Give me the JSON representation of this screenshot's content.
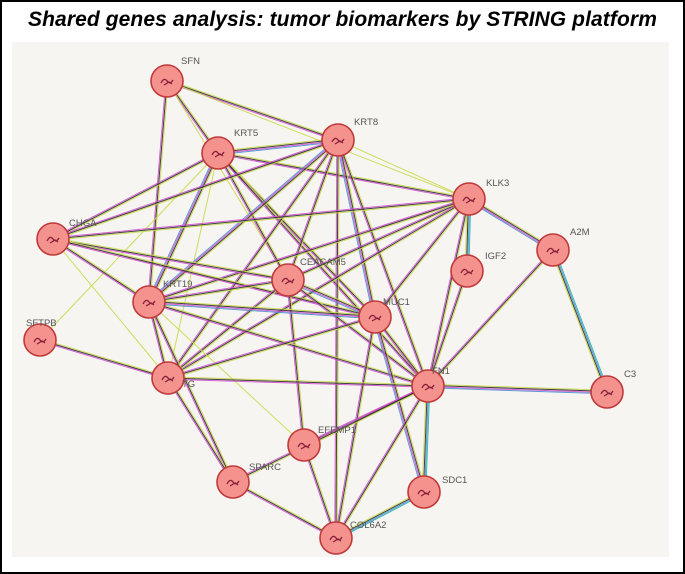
{
  "title": "Shared genes analysis: tumor biomarkers by STRING platform",
  "colors": {
    "node_fill": "#f4938e",
    "node_stroke": "#c0393b",
    "edge_colors": [
      "#c9d94a",
      "#2b2b2b",
      "#d14fd1",
      "#4a8fd1",
      "#23b3b0"
    ]
  },
  "nodes": [
    {
      "id": "SFN",
      "label": "SFN"
    },
    {
      "id": "KRT5",
      "label": "KRT5"
    },
    {
      "id": "KRT8",
      "label": "KRT8"
    },
    {
      "id": "KLK3",
      "label": "KLK3"
    },
    {
      "id": "A2M",
      "label": "A2M"
    },
    {
      "id": "IGF2",
      "label": "IGF2"
    },
    {
      "id": "CHGA",
      "label": "CHGA"
    },
    {
      "id": "CEACAM5",
      "label": "CEACAM5"
    },
    {
      "id": "KRT19",
      "label": "KRT19"
    },
    {
      "id": "MUC1",
      "label": "MUC1"
    },
    {
      "id": "SFTPB",
      "label": "SFTPB"
    },
    {
      "id": "TG",
      "label": "TG"
    },
    {
      "id": "FN1",
      "label": "FN1"
    },
    {
      "id": "C3",
      "label": "C3"
    },
    {
      "id": "EFEMP1",
      "label": "EFEMP1"
    },
    {
      "id": "SPARC",
      "label": "SPARC"
    },
    {
      "id": "SDC1",
      "label": "SDC1"
    },
    {
      "id": "COL6A2",
      "label": "COL6A2"
    }
  ],
  "edges": [
    {
      "a": "SFN",
      "b": "KRT5",
      "t": 1
    },
    {
      "a": "SFN",
      "b": "KRT8",
      "t": 1
    },
    {
      "a": "SFN",
      "b": "KLK3",
      "t": 0
    },
    {
      "a": "SFN",
      "b": "KRT19",
      "t": 1
    },
    {
      "a": "SFN",
      "b": "CEACAM5",
      "t": 0
    },
    {
      "a": "KRT5",
      "b": "KRT8",
      "t": 2
    },
    {
      "a": "KRT5",
      "b": "KLK3",
      "t": 1
    },
    {
      "a": "KRT5",
      "b": "CHGA",
      "t": 1
    },
    {
      "a": "KRT5",
      "b": "KRT19",
      "t": 2
    },
    {
      "a": "KRT5",
      "b": "CEACAM5",
      "t": 1
    },
    {
      "a": "KRT5",
      "b": "MUC1",
      "t": 1
    },
    {
      "a": "KRT5",
      "b": "TG",
      "t": 0
    },
    {
      "a": "KRT5",
      "b": "FN1",
      "t": 1
    },
    {
      "a": "KRT5",
      "b": "SFTPB",
      "t": 0
    },
    {
      "a": "KRT8",
      "b": "KLK3",
      "t": 0
    },
    {
      "a": "KRT8",
      "b": "CHGA",
      "t": 1
    },
    {
      "a": "KRT8",
      "b": "KRT19",
      "t": 2
    },
    {
      "a": "KRT8",
      "b": "CEACAM5",
      "t": 1
    },
    {
      "a": "KRT8",
      "b": "MUC1",
      "t": 2
    },
    {
      "a": "KRT8",
      "b": "FN1",
      "t": 1
    },
    {
      "a": "KRT8",
      "b": "TG",
      "t": 1
    },
    {
      "a": "KRT8",
      "b": "COL6A2",
      "t": 1
    },
    {
      "a": "KLK3",
      "b": "CHGA",
      "t": 1
    },
    {
      "a": "KLK3",
      "b": "CEACAM5",
      "t": 1
    },
    {
      "a": "KLK3",
      "b": "KRT19",
      "t": 1
    },
    {
      "a": "KLK3",
      "b": "MUC1",
      "t": 1
    },
    {
      "a": "KLK3",
      "b": "IGF2",
      "t": 3
    },
    {
      "a": "KLK3",
      "b": "FN1",
      "t": 1
    },
    {
      "a": "KLK3",
      "b": "A2M",
      "t": 2
    },
    {
      "a": "KLK3",
      "b": "TG",
      "t": 1
    },
    {
      "a": "A2M",
      "b": "C3",
      "t": 3
    },
    {
      "a": "A2M",
      "b": "FN1",
      "t": 1
    },
    {
      "a": "IGF2",
      "b": "FN1",
      "t": 1
    },
    {
      "a": "CHGA",
      "b": "CEACAM5",
      "t": 1
    },
    {
      "a": "CHGA",
      "b": "MUC1",
      "t": 1
    },
    {
      "a": "CHGA",
      "b": "TG",
      "t": 0
    },
    {
      "a": "CHGA",
      "b": "KRT19",
      "t": 1
    },
    {
      "a": "CEACAM5",
      "b": "KRT19",
      "t": 1
    },
    {
      "a": "CEACAM5",
      "b": "MUC1",
      "t": 2
    },
    {
      "a": "CEACAM5",
      "b": "FN1",
      "t": 1
    },
    {
      "a": "CEACAM5",
      "b": "TG",
      "t": 1
    },
    {
      "a": "CEACAM5",
      "b": "EFEMP1",
      "t": 1
    },
    {
      "a": "KRT19",
      "b": "MUC1",
      "t": 2
    },
    {
      "a": "KRT19",
      "b": "FN1",
      "t": 1
    },
    {
      "a": "KRT19",
      "b": "TG",
      "t": 1
    },
    {
      "a": "KRT19",
      "b": "SPARC",
      "t": 1
    },
    {
      "a": "KRT19",
      "b": "EFEMP1",
      "t": 0
    },
    {
      "a": "MUC1",
      "b": "FN1",
      "t": 1
    },
    {
      "a": "MUC1",
      "b": "SDC1",
      "t": 2
    },
    {
      "a": "MUC1",
      "b": "TG",
      "t": 1
    },
    {
      "a": "MUC1",
      "b": "COL6A2",
      "t": 1
    },
    {
      "a": "SFTPB",
      "b": "TG",
      "t": 1
    },
    {
      "a": "TG",
      "b": "FN1",
      "t": 1
    },
    {
      "a": "TG",
      "b": "SPARC",
      "t": 1
    },
    {
      "a": "FN1",
      "b": "C3",
      "t": 2
    },
    {
      "a": "FN1",
      "b": "EFEMP1",
      "t": 1
    },
    {
      "a": "FN1",
      "b": "SDC1",
      "t": 3
    },
    {
      "a": "FN1",
      "b": "COL6A2",
      "t": 1
    },
    {
      "a": "FN1",
      "b": "SPARC",
      "t": 1
    },
    {
      "a": "EFEMP1",
      "b": "COL6A2",
      "t": 1
    },
    {
      "a": "SPARC",
      "b": "COL6A2",
      "t": 1
    },
    {
      "a": "SDC1",
      "b": "COL6A2",
      "t": 3
    }
  ]
}
